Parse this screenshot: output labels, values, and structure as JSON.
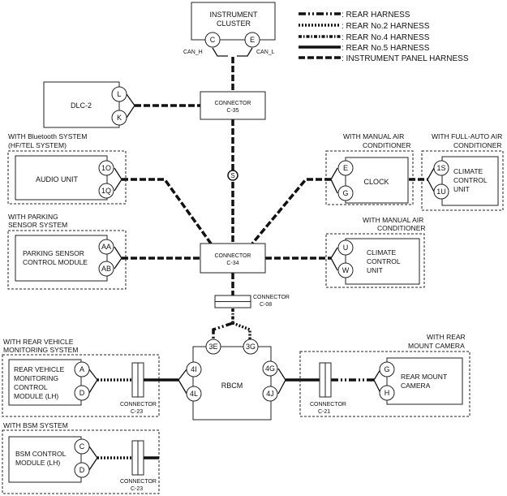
{
  "legend": [
    {
      "text": ": REAR HARNESS",
      "style": "h-rear"
    },
    {
      "text": ": REAR No.2 HARNESS",
      "style": "h-no2"
    },
    {
      "text": ": REAR No.4 HARNESS",
      "style": "h-no4"
    },
    {
      "text": ": REAR No.5 HARNESS",
      "style": "h-no5"
    },
    {
      "text": ": INSTRUMENT PANEL HARNESS",
      "style": "h-ip"
    }
  ],
  "instrument_cluster": {
    "line1": "INSTRUMENT",
    "line2": "CLUSTER",
    "pin_c": "C",
    "pin_e": "E",
    "can_h": "CAN_H",
    "can_l": "CAN_L"
  },
  "dlc2": {
    "label": "DLC-2",
    "pin_l": "L",
    "pin_k": "K"
  },
  "connector_c35": {
    "line1": "CONNECTOR",
    "line2": "C-35"
  },
  "connector_c34": {
    "line1": "CONNECTOR",
    "line2": "C-34"
  },
  "connector_c08": {
    "line1": "CONNECTOR",
    "line2": "C-08"
  },
  "audio": {
    "cond1": "WITH Bluetooth SYSTEM",
    "cond2": "(HF/TEL SYSTEM)",
    "label": "AUDIO UNIT",
    "pin_1o": "1O",
    "pin_1q": "1Q"
  },
  "parking": {
    "cond1": "WITH PARKING",
    "cond2": "SENSOR SYSTEM",
    "line1": "PARKING SENSOR",
    "line2": "CONTROL MODULE",
    "pin_aa": "AA",
    "pin_ab": "AB"
  },
  "clock": {
    "cond1": "WITH MANUAL AIR",
    "cond2": "CONDITIONER",
    "label": "CLOCK",
    "pin_e": "E",
    "pin_g": "G"
  },
  "full_auto": {
    "cond1": "WITH FULL-AUTO AIR",
    "cond2": "CONDITIONER",
    "line1": "CLIMATE",
    "line2": "CONTROL",
    "line3": "UNIT",
    "pin_1s": "1S",
    "pin_1u": "1U"
  },
  "manual_climate": {
    "cond1": "WITH MANUAL AIR",
    "cond2": "CONDITIONER",
    "line1": "CLIMATE",
    "line2": "CONTROL",
    "line3": "UNIT",
    "pin_u": "U",
    "pin_w": "W"
  },
  "twist_mark": "S",
  "rbcm": {
    "label": "RBCM",
    "pin_3e": "3E",
    "pin_3g": "3G",
    "pin_4i": "4I",
    "pin_4l": "4L",
    "pin_4g": "4G",
    "pin_4j": "4J"
  },
  "rear_vehicle": {
    "cond1": "WITH REAR VEHICLE",
    "cond2": "MONITORING SYSTEM",
    "line1": "REAR VEHICLE",
    "line2": "MONITORING",
    "line3": "CONTROL",
    "line4": "MODULE (LH)",
    "pin_a": "A",
    "pin_d": "D",
    "conn1": "CONNECTOR",
    "conn2": "C-23"
  },
  "rear_camera": {
    "cond1": "WITH REAR",
    "cond2": "MOUNT CAMERA",
    "line1": "REAR MOUNT",
    "line2": "CAMERA",
    "pin_g": "G",
    "pin_h": "H",
    "conn1": "CONNECTOR",
    "conn2": "C-21"
  },
  "bsm": {
    "cond1": "WITH BSM SYSTEM",
    "line1": "BSM CONTROL",
    "line2": "MODULE (LH)",
    "pin_c": "C",
    "pin_d": "D",
    "conn1": "CONNECTOR",
    "conn2": "C-23"
  }
}
